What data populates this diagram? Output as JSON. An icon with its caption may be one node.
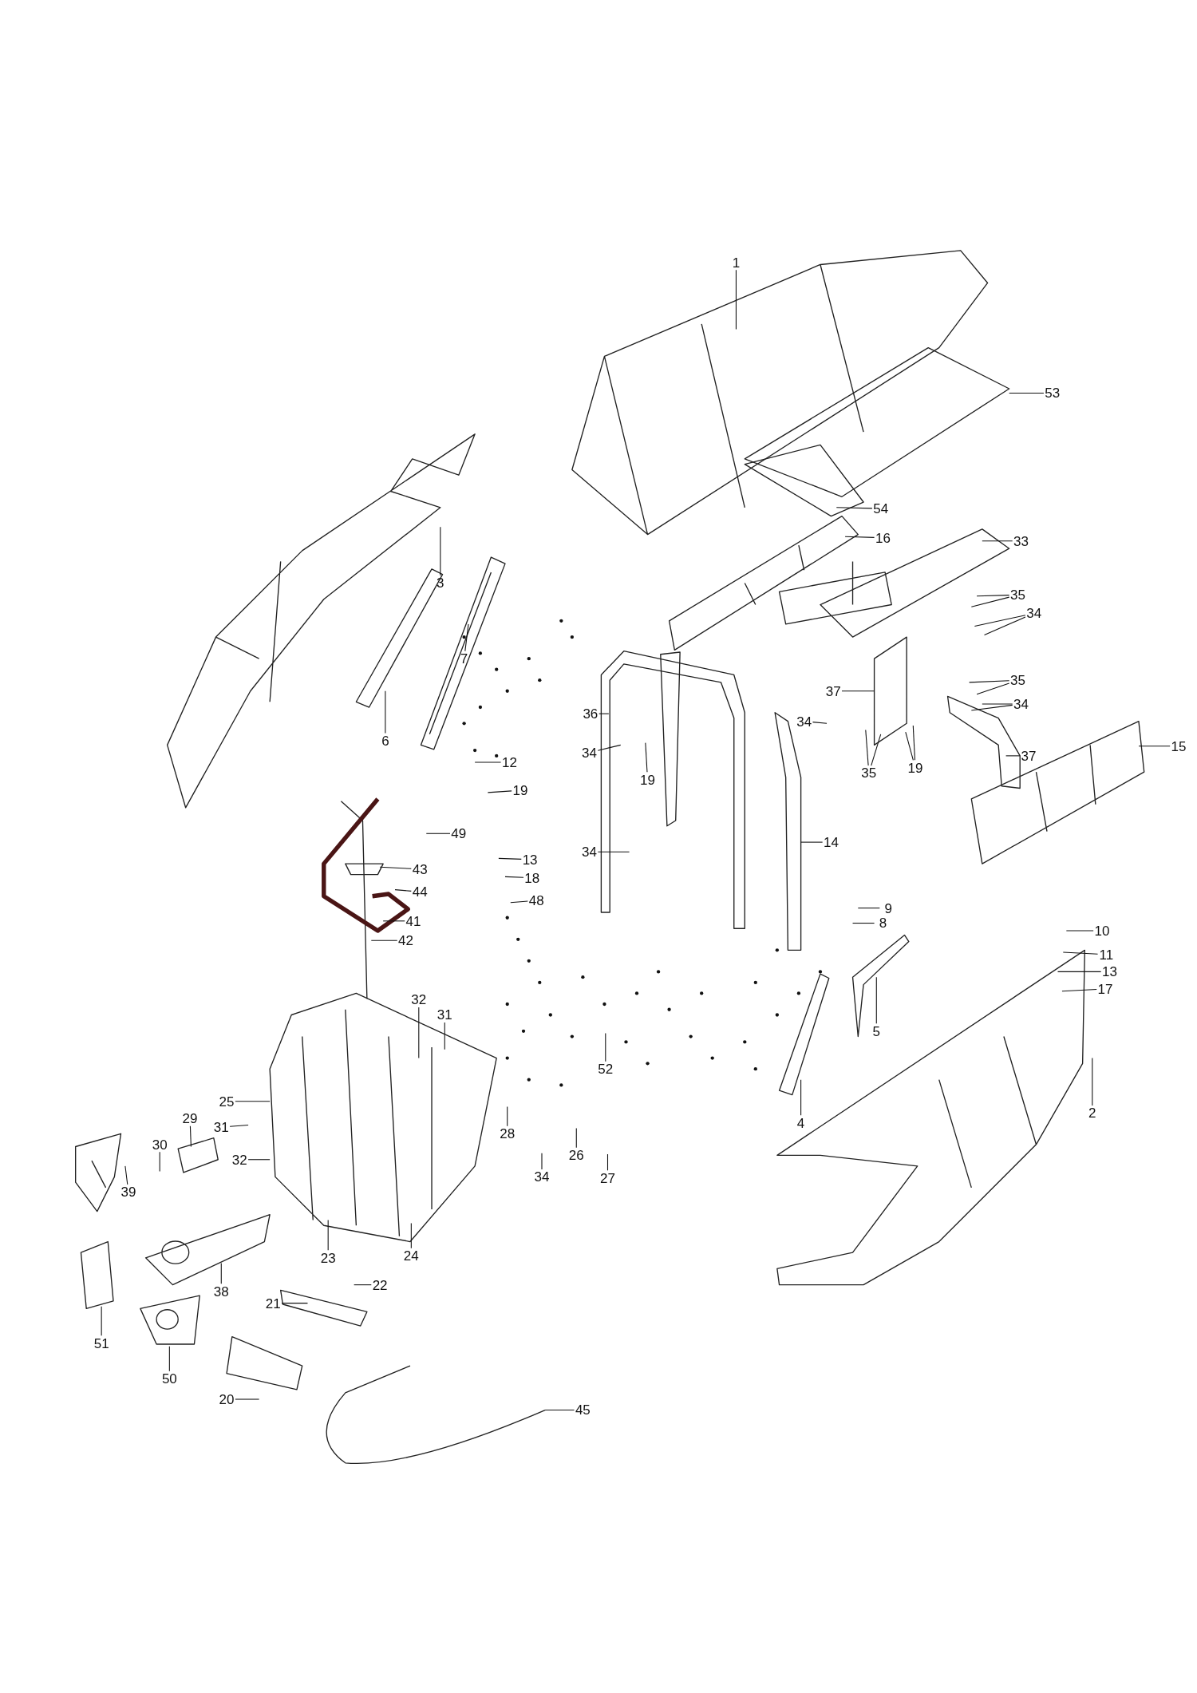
{
  "diagram": {
    "nodes": [
      {
        "text": [
          "1"
        ]
      },
      {
        "text": [
          "53"
        ]
      },
      {
        "text": [
          "54"
        ]
      },
      {
        "text": [
          "16"
        ]
      },
      {
        "text": [
          "33"
        ]
      },
      {
        "text": [
          "35"
        ]
      },
      {
        "text": [
          "34"
        ]
      },
      {
        "text": [
          "3"
        ]
      },
      {
        "text": [
          "7"
        ]
      },
      {
        "text": [
          "6"
        ]
      },
      {
        "text": [
          "36"
        ]
      },
      {
        "text": [
          "37"
        ]
      },
      {
        "text": [
          "35"
        ]
      },
      {
        "text": [
          "34"
        ]
      },
      {
        "text": [
          "34"
        ]
      },
      {
        "text": [
          "35"
        ]
      },
      {
        "text": [
          "19"
        ]
      },
      {
        "text": [
          "37"
        ]
      },
      {
        "text": [
          "15"
        ]
      },
      {
        "text": [
          "12"
        ]
      },
      {
        "text": [
          "19"
        ]
      },
      {
        "text": [
          "34"
        ]
      },
      {
        "text": [
          "19"
        ]
      },
      {
        "text": [
          "49"
        ]
      },
      {
        "text": [
          "43"
        ]
      },
      {
        "text": [
          "44"
        ]
      },
      {
        "text": [
          "13"
        ]
      },
      {
        "text": [
          "18"
        ]
      },
      {
        "text": [
          "48"
        ]
      },
      {
        "text": [
          "41"
        ]
      },
      {
        "text": [
          "34"
        ]
      },
      {
        "text": [
          "42"
        ]
      },
      {
        "text": [
          "14"
        ]
      },
      {
        "text": [
          "9"
        ]
      },
      {
        "text": [
          "8"
        ]
      },
      {
        "text": [
          "10"
        ]
      },
      {
        "text": [
          "11"
        ]
      },
      {
        "text": [
          "13"
        ]
      },
      {
        "text": [
          "17"
        ]
      },
      {
        "text": [
          "32"
        ]
      },
      {
        "text": [
          "31"
        ]
      },
      {
        "text": [
          "5"
        ]
      },
      {
        "text": [
          "52"
        ]
      },
      {
        "text": [
          "25"
        ]
      },
      {
        "text": [
          "29"
        ]
      },
      {
        "text": [
          "31"
        ]
      },
      {
        "text": [
          "30"
        ]
      },
      {
        "text": [
          "32"
        ]
      },
      {
        "text": [
          "4"
        ]
      },
      {
        "text": [
          "2"
        ]
      },
      {
        "text": [
          "28"
        ]
      },
      {
        "text": [
          "34"
        ]
      },
      {
        "text": [
          "26"
        ]
      },
      {
        "text": [
          "27"
        ]
      },
      {
        "text": [
          "39"
        ]
      },
      {
        "text": [
          "23"
        ]
      },
      {
        "text": [
          "24"
        ]
      },
      {
        "text": [
          "22"
        ]
      },
      {
        "text": [
          "38"
        ]
      },
      {
        "text": [
          "21"
        ]
      },
      {
        "text": [
          "51"
        ]
      },
      {
        "text": [
          "50"
        ]
      },
      {
        "text": [
          "20"
        ]
      },
      {
        "text": [
          "45"
        ]
      }
    ],
    "edges": [
      {
        "from": 0,
        "to": null,
        "arrow": "none"
      },
      {
        "from": 1,
        "to": null,
        "arrow": "none"
      },
      {
        "from": 2,
        "to": null,
        "arrow": "none"
      },
      {
        "from": 3,
        "to": null,
        "arrow": "none"
      },
      {
        "from": 4,
        "to": null,
        "arrow": "none"
      },
      {
        "from": 5,
        "to": null,
        "arrow": "none"
      },
      {
        "from": 5,
        "to": null,
        "arrow": "none"
      },
      {
        "from": 6,
        "to": null,
        "arrow": "none"
      },
      {
        "from": 6,
        "to": null,
        "arrow": "none"
      },
      {
        "from": 7,
        "to": null,
        "arrow": "none"
      },
      {
        "from": 8,
        "to": null,
        "arrow": "none"
      },
      {
        "from": 9,
        "to": null,
        "arrow": "none"
      },
      {
        "from": 10,
        "to": null,
        "arrow": "none"
      },
      {
        "from": 11,
        "to": null,
        "arrow": "none"
      },
      {
        "from": 12,
        "to": null,
        "arrow": "none"
      },
      {
        "from": 12,
        "to": null,
        "arrow": "none"
      },
      {
        "from": 13,
        "to": null,
        "arrow": "none"
      },
      {
        "from": 13,
        "to": null,
        "arrow": "none"
      },
      {
        "from": 14,
        "to": null,
        "arrow": "none"
      },
      {
        "from": 15,
        "to": null,
        "arrow": "none"
      },
      {
        "from": 15,
        "to": null,
        "arrow": "none"
      },
      {
        "from": 16,
        "to": null,
        "arrow": "none"
      },
      {
        "from": 16,
        "to": null,
        "arrow": "none"
      },
      {
        "from": 17,
        "to": null,
        "arrow": "none"
      },
      {
        "from": 18,
        "to": null,
        "arrow": "none"
      },
      {
        "from": 19,
        "to": null,
        "arrow": "none"
      },
      {
        "from": 20,
        "to": null,
        "arrow": "none"
      },
      {
        "from": 21,
        "to": null,
        "arrow": "none"
      },
      {
        "from": 22,
        "to": null,
        "arrow": "none"
      },
      {
        "from": 23,
        "to": null,
        "arrow": "none"
      },
      {
        "from": 24,
        "to": null,
        "arrow": "none"
      },
      {
        "from": 25,
        "to": null,
        "arrow": "none"
      },
      {
        "from": 26,
        "to": null,
        "arrow": "none"
      },
      {
        "from": 27,
        "to": null,
        "arrow": "none"
      },
      {
        "from": 28,
        "to": null,
        "arrow": "none"
      },
      {
        "from": 29,
        "to": null,
        "arrow": "none"
      },
      {
        "from": 30,
        "to": null,
        "arrow": "none"
      },
      {
        "from": 31,
        "to": null,
        "arrow": "none"
      },
      {
        "from": 32,
        "to": null,
        "arrow": "none"
      },
      {
        "from": 33,
        "to": null,
        "arrow": "none"
      },
      {
        "from": 34,
        "to": null,
        "arrow": "none"
      },
      {
        "from": 35,
        "to": null,
        "arrow": "none"
      },
      {
        "from": 36,
        "to": null,
        "arrow": "none"
      },
      {
        "from": 37,
        "to": null,
        "arrow": "none"
      },
      {
        "from": 38,
        "to": null,
        "arrow": "none"
      },
      {
        "from": 39,
        "to": null,
        "arrow": "none"
      },
      {
        "from": 40,
        "to": null,
        "arrow": "none"
      },
      {
        "from": 41,
        "to": null,
        "arrow": "none"
      },
      {
        "from": 42,
        "to": null,
        "arrow": "none"
      },
      {
        "from": 43,
        "to": null,
        "arrow": "none"
      },
      {
        "from": 44,
        "to": null,
        "arrow": "none"
      },
      {
        "from": 45,
        "to": null,
        "arrow": "none"
      },
      {
        "from": 46,
        "to": null,
        "arrow": "none"
      },
      {
        "from": 47,
        "to": null,
        "arrow": "none"
      },
      {
        "from": 48,
        "to": null,
        "arrow": "none"
      },
      {
        "from": 49,
        "to": null,
        "arrow": "none"
      },
      {
        "from": 50,
        "to": null,
        "arrow": "none"
      },
      {
        "from": 51,
        "to": null,
        "arrow": "none"
      },
      {
        "from": 52,
        "to": null,
        "arrow": "none"
      },
      {
        "from": 53,
        "to": null,
        "arrow": "none"
      },
      {
        "from": 54,
        "to": null,
        "arrow": "none"
      },
      {
        "from": 55,
        "to": null,
        "arrow": "none"
      },
      {
        "from": 56,
        "to": null,
        "arrow": "none"
      },
      {
        "from": 57,
        "to": null,
        "arrow": "none"
      },
      {
        "from": 58,
        "to": null,
        "arrow": "none"
      },
      {
        "from": 59,
        "to": null,
        "arrow": "none"
      },
      {
        "from": 60,
        "to": null,
        "arrow": "none"
      },
      {
        "from": 61,
        "to": null,
        "arrow": "none"
      },
      {
        "from": 62,
        "to": null,
        "arrow": "none"
      },
      {
        "from": 63,
        "to": null,
        "arrow": "none"
      }
    ]
  }
}
